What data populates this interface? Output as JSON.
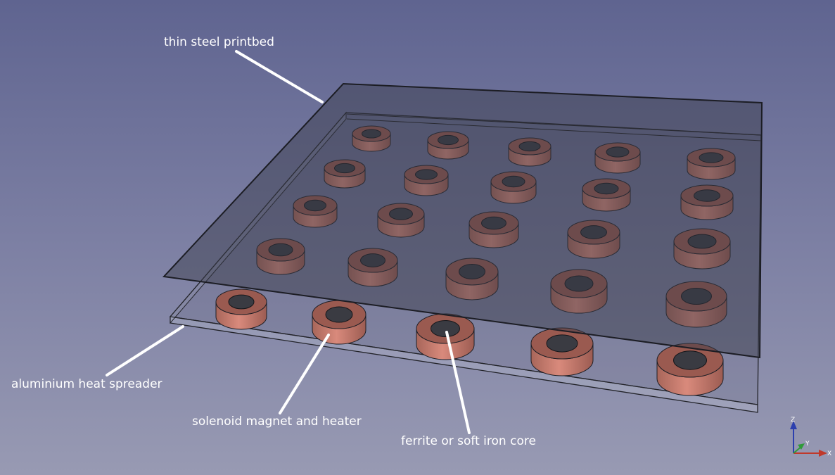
{
  "labels": {
    "printbed": "thin steel printbed",
    "spreader": "aluminium heat spreader",
    "solenoid": "solenoid magnet and heater",
    "core": "ferrite or soft iron core"
  },
  "axes": {
    "x": "X",
    "y": "Y",
    "z": "Z"
  },
  "colors": {
    "background_top": "#5f6490",
    "background_bottom": "#989ab3",
    "coil": "#c97a6c",
    "coil_dark": "#9a5a50",
    "core": "#3a3b42",
    "plate_tint": "#3c3e4c",
    "edge": "#1e1f26",
    "axis_x": "#c0392b",
    "axis_y": "#2f9a3a",
    "axis_z": "#2c3fae",
    "leader": "#ffffff"
  }
}
